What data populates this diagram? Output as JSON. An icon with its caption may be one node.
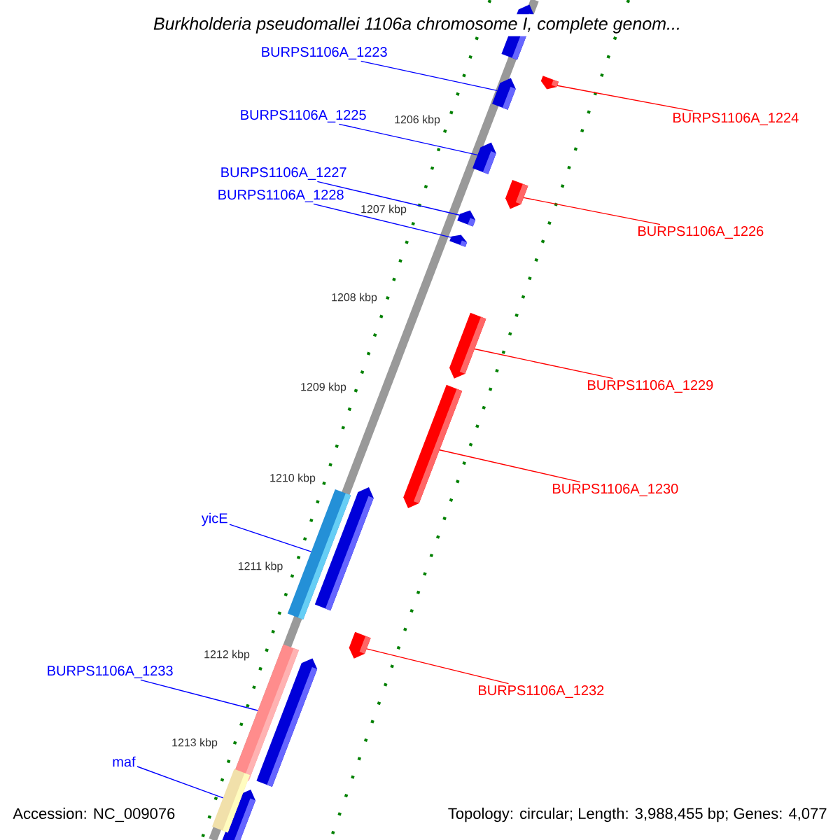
{
  "diagram": {
    "title": "Burkholderia pseudomallei 1106a chromosome I, complete genom...",
    "nodes": [
      {
        "text": [
          "BURPS1106A_1223"
        ]
      },
      {
        "text": [],
        "shape": "bar"
      },
      {
        "text": [
          "BURPS1106A_1224"
        ]
      },
      {
        "text": [],
        "shape": "bar"
      },
      {
        "text": [
          "BURPS1106A_1225"
        ]
      },
      {
        "text": [],
        "shape": "bar"
      },
      {
        "text": [
          "BURPS1106A_1227"
        ]
      },
      {
        "text": [],
        "shape": "bar"
      },
      {
        "text": [
          "BURPS1106A_1228"
        ]
      },
      {
        "text": [],
        "shape": "bar"
      },
      {
        "text": [
          "BURPS1106A_1226"
        ]
      },
      {
        "text": [],
        "shape": "bar"
      },
      {
        "text": [
          "BURPS1106A_1229"
        ]
      },
      {
        "text": [],
        "shape": "bar"
      },
      {
        "text": [
          "BURPS1106A_1230"
        ]
      },
      {
        "text": [],
        "shape": "bar"
      },
      {
        "text": [
          "yicE"
        ]
      },
      {
        "text": [],
        "shape": "bar"
      },
      {
        "text": [
          "BURPS1106A_1233"
        ]
      },
      {
        "text": [],
        "shape": "bar"
      },
      {
        "text": [
          "BURPS1106A_1232"
        ]
      },
      {
        "text": [],
        "shape": "bar"
      },
      {
        "text": [
          "maf"
        ]
      },
      {
        "text": [],
        "shape": "bar"
      }
    ],
    "edges": [
      {
        "from": 0,
        "to": 1,
        "arrow": "none",
        "color": "#0000ff"
      },
      {
        "from": 2,
        "to": 3,
        "arrow": "none",
        "color": "#ff0000"
      },
      {
        "from": 4,
        "to": 5,
        "arrow": "none",
        "color": "#0000ff"
      },
      {
        "from": 6,
        "to": 7,
        "arrow": "none",
        "color": "#0000ff"
      },
      {
        "from": 8,
        "to": 9,
        "arrow": "none",
        "color": "#0000ff"
      },
      {
        "from": 10,
        "to": 11,
        "arrow": "none",
        "color": "#ff0000"
      },
      {
        "from": 12,
        "to": 13,
        "arrow": "none",
        "color": "#ff0000"
      },
      {
        "from": 14,
        "to": 15,
        "arrow": "none",
        "color": "#ff0000"
      },
      {
        "from": 16,
        "to": 17,
        "arrow": "none",
        "color": "#0000ff"
      },
      {
        "from": 18,
        "to": 19,
        "arrow": "none",
        "color": "#0000ff"
      },
      {
        "from": 20,
        "to": 21,
        "arrow": "none",
        "color": "#ff0000"
      },
      {
        "from": 22,
        "to": 23,
        "arrow": "none",
        "color": "#0000ff"
      }
    ],
    "labels": [
      "1206 kbp",
      "1207 kbp",
      "1208 kbp",
      "1209 kbp",
      "1210 kbp",
      "1211 kbp",
      "1212 kbp",
      "1213 kbp",
      "Accession: NC_009076",
      "Topology: circular; Length: 3,988,455 bp; Genes: 4,077"
    ]
  }
}
